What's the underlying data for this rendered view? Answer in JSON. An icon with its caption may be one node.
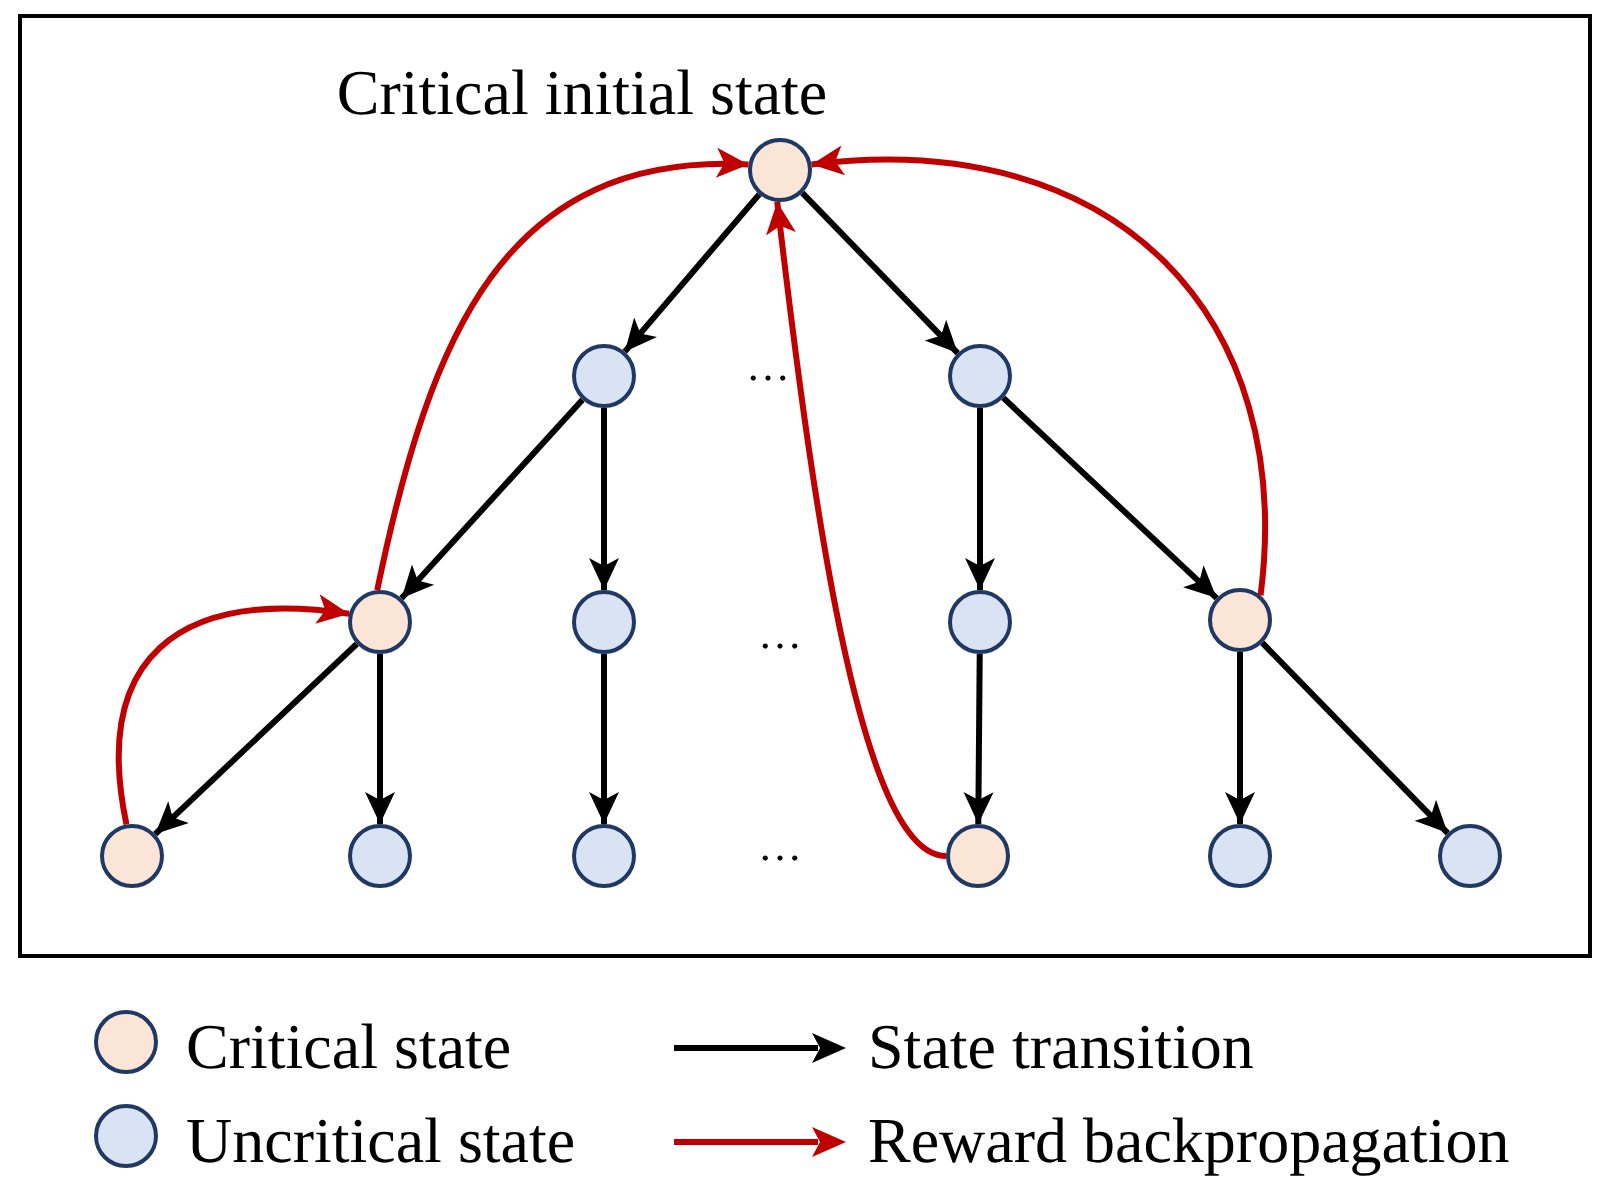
{
  "diagram": {
    "nodes": [
      {
        "text": [],
        "shape": "circle",
        "beside": [
          "Critical initial state"
        ]
      },
      {
        "text": [],
        "shape": "circle"
      },
      {
        "text": [],
        "shape": "circle"
      },
      {
        "text": [],
        "shape": "circle"
      },
      {
        "text": [],
        "shape": "circle"
      },
      {
        "text": [],
        "shape": "circle"
      },
      {
        "text": [],
        "shape": "circle"
      },
      {
        "text": [],
        "shape": "circle"
      },
      {
        "text": [],
        "shape": "circle"
      },
      {
        "text": [],
        "shape": "circle"
      },
      {
        "text": [],
        "shape": "circle"
      },
      {
        "text": [],
        "shape": "circle"
      },
      {
        "text": [],
        "shape": "circle"
      }
    ],
    "edges": [
      {
        "from": 0,
        "to": 1,
        "arrow": "to"
      },
      {
        "from": 0,
        "to": 2,
        "arrow": "to"
      },
      {
        "from": 1,
        "to": 3,
        "arrow": "to"
      },
      {
        "from": 1,
        "to": 4,
        "arrow": "to"
      },
      {
        "from": 2,
        "to": 5,
        "arrow": "to"
      },
      {
        "from": 2,
        "to": 6,
        "arrow": "to"
      },
      {
        "from": 3,
        "to": 7,
        "arrow": "to"
      },
      {
        "from": 3,
        "to": 8,
        "arrow": "to"
      },
      {
        "from": 4,
        "to": 9,
        "arrow": "to"
      },
      {
        "from": 5,
        "to": 10,
        "arrow": "to"
      },
      {
        "from": 6,
        "to": 11,
        "arrow": "to"
      },
      {
        "from": 6,
        "to": 12,
        "arrow": "to"
      },
      {
        "from": 3,
        "to": 0,
        "arrow": "to",
        "color": "#c00000"
      },
      {
        "from": 7,
        "to": 3,
        "arrow": "to",
        "color": "#c00000"
      },
      {
        "from": 10,
        "to": 0,
        "arrow": "to",
        "color": "#c00000"
      },
      {
        "from": 6,
        "to": 0,
        "arrow": "to",
        "color": "#c00000"
      }
    ],
    "labels": [
      "…",
      "…",
      "…"
    ],
    "legend": [
      {
        "text": "Critical state",
        "color": "#fbe5d6"
      },
      {
        "text": "Uncritical state",
        "color": "#dae3f3"
      },
      {
        "text": "State transition"
      },
      {
        "text": "Reward backpropagation"
      }
    ]
  }
}
